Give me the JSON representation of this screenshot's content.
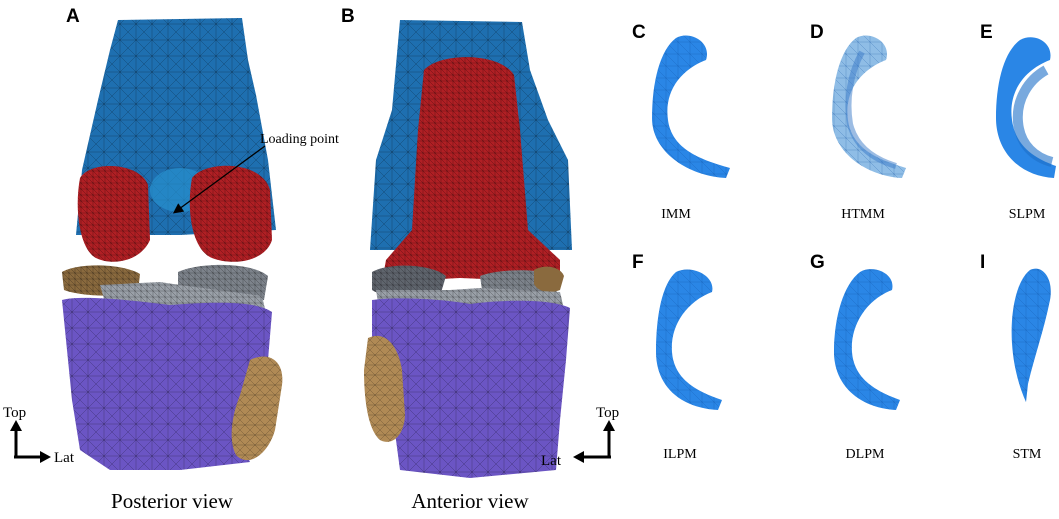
{
  "panels": {
    "A": {
      "letter": "A",
      "caption": "Posterior view",
      "annotation": "Loading point",
      "axis_up": "Top",
      "axis_side": "Lat"
    },
    "B": {
      "letter": "B",
      "caption": "Anterior view",
      "axis_up": "Top",
      "axis_side": "Lat"
    },
    "C": {
      "letter": "C",
      "caption": "IMM"
    },
    "D": {
      "letter": "D",
      "caption": "HTMM"
    },
    "E": {
      "letter": "E",
      "caption": "SLPM"
    },
    "F": {
      "letter": "F",
      "caption": "ILPM"
    },
    "G": {
      "letter": "G",
      "caption": "DLPM"
    },
    "I": {
      "letter": "I",
      "caption": "STM"
    }
  },
  "colors": {
    "femur": "#1e6fb0",
    "cartilage": "#b01f24",
    "tibia": "#6b55c4",
    "meniscus_grey": "#7d838b",
    "meniscus_brown": "#8a6a3e",
    "fibula": "#b08a55",
    "meniscus_model": "#2a86e6",
    "meniscus_translucent": "#8fbde6"
  },
  "icons": [
    "mesh-pattern",
    "arrow-up",
    "arrow-right",
    "arrow-left"
  ]
}
